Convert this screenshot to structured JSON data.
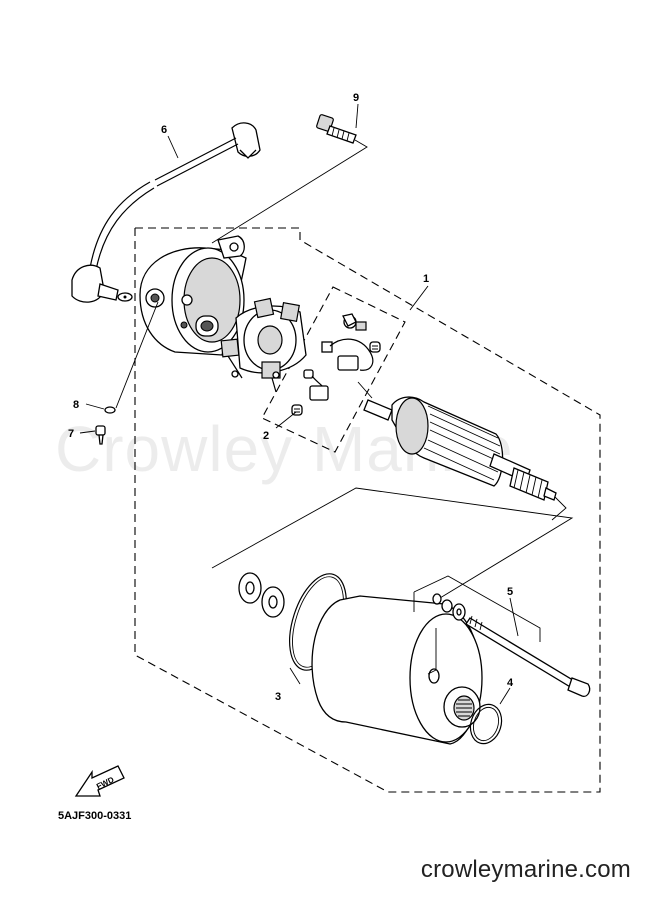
{
  "diagram": {
    "callouts": [
      {
        "id": "1",
        "label": "1"
      },
      {
        "id": "2",
        "label": "2"
      },
      {
        "id": "3",
        "label": "3"
      },
      {
        "id": "4",
        "label": "4"
      },
      {
        "id": "5",
        "label": "5"
      },
      {
        "id": "6",
        "label": "6"
      },
      {
        "id": "7",
        "label": "7"
      },
      {
        "id": "8",
        "label": "8"
      },
      {
        "id": "9",
        "label": "9"
      }
    ],
    "fwd_label": "FWD",
    "drawing_code": "5AJF300-0331"
  },
  "watermark": "Crowley Marine",
  "footer": {
    "site": "crowleymarine.com"
  }
}
